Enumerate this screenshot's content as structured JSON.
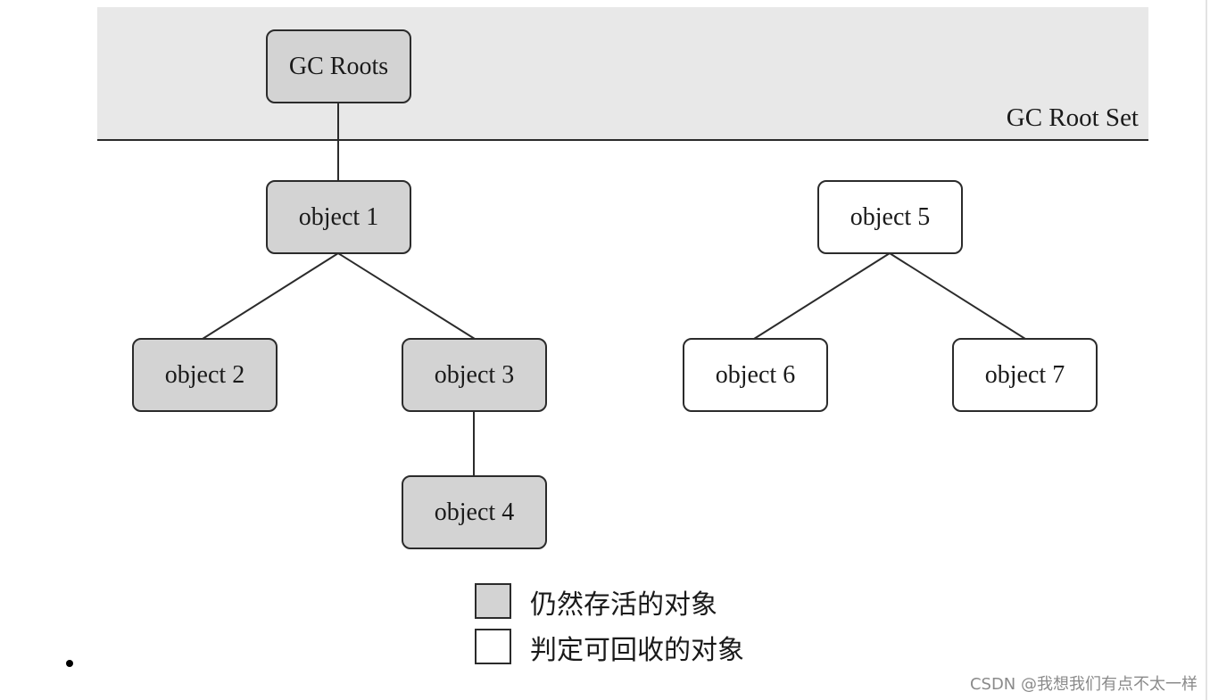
{
  "root_set_label": "GC Root Set",
  "nodes": {
    "gc_roots": "GC Roots",
    "object1": "object 1",
    "object2": "object 2",
    "object3": "object 3",
    "object4": "object 4",
    "object5": "object 5",
    "object6": "object 6",
    "object7": "object 7"
  },
  "legend": {
    "alive": "仍然存活的对象",
    "collectible": "判定可回收的对象"
  },
  "watermark": "CSDN @我想我们有点不太一样",
  "colors": {
    "alive_fill": "#d3d3d3",
    "collectible_fill": "#ffffff",
    "root_band": "#e8e8e8"
  }
}
